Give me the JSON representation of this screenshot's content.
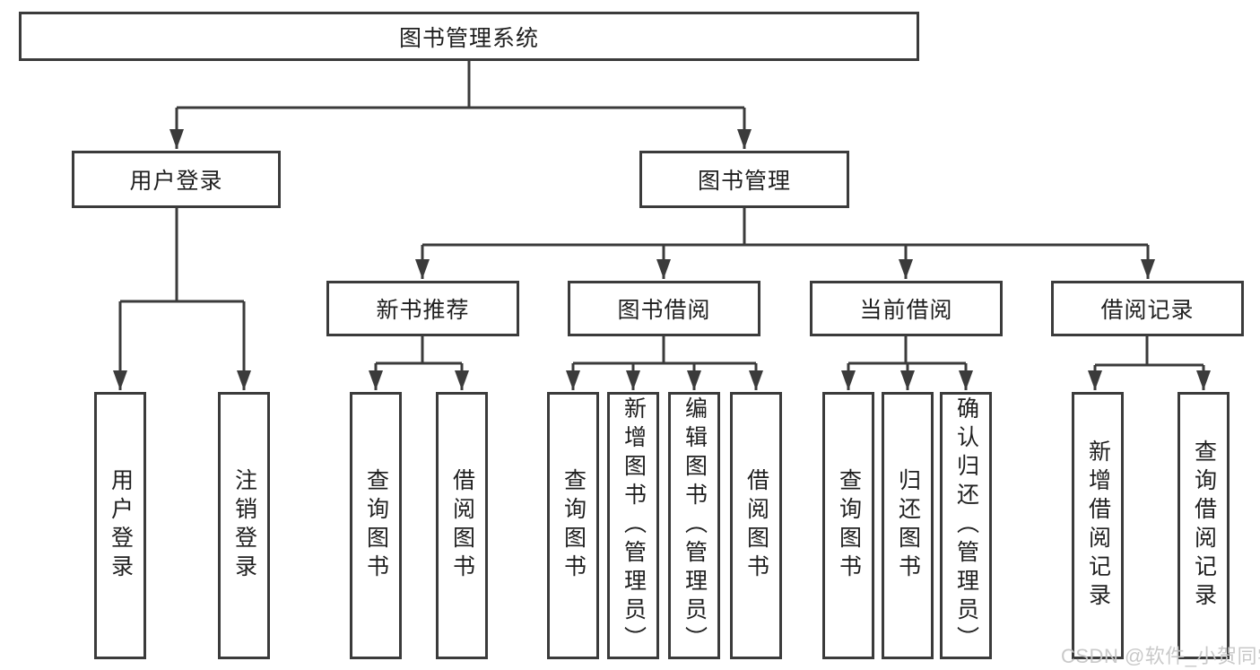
{
  "diagram": {
    "type": "hierarchy-function-structure-chart",
    "colors": {
      "line": "#3b3b3b",
      "box_border": "#3b3b3b",
      "box_background": "#ffffff",
      "text": "#1f1f1f",
      "watermark": "#c6c6c6"
    }
  },
  "tree": {
    "label": "图书管理系统",
    "children": [
      {
        "label": "用户登录",
        "children": [
          {
            "label": "用户登录"
          },
          {
            "label": "注销登录"
          }
        ]
      },
      {
        "label": "图书管理",
        "children": [
          {
            "label": "新书推荐",
            "children": [
              {
                "label": "查询图书"
              },
              {
                "label": "借阅图书"
              }
            ]
          },
          {
            "label": "图书借阅",
            "children": [
              {
                "label": "查询图书"
              },
              {
                "label": "新增图书（管理员）"
              },
              {
                "label": "编辑图书（管理员）"
              },
              {
                "label": "借阅图书"
              }
            ]
          },
          {
            "label": "当前借阅",
            "children": [
              {
                "label": "查询图书"
              },
              {
                "label": "归还图书"
              },
              {
                "label": "确认归还（管理员）"
              }
            ]
          },
          {
            "label": "借阅记录",
            "children": [
              {
                "label": "新增借阅记录"
              },
              {
                "label": "查询借阅记录"
              }
            ]
          }
        ]
      }
    ]
  },
  "watermark": {
    "text": "CSDN @软件_小贺同学"
  }
}
